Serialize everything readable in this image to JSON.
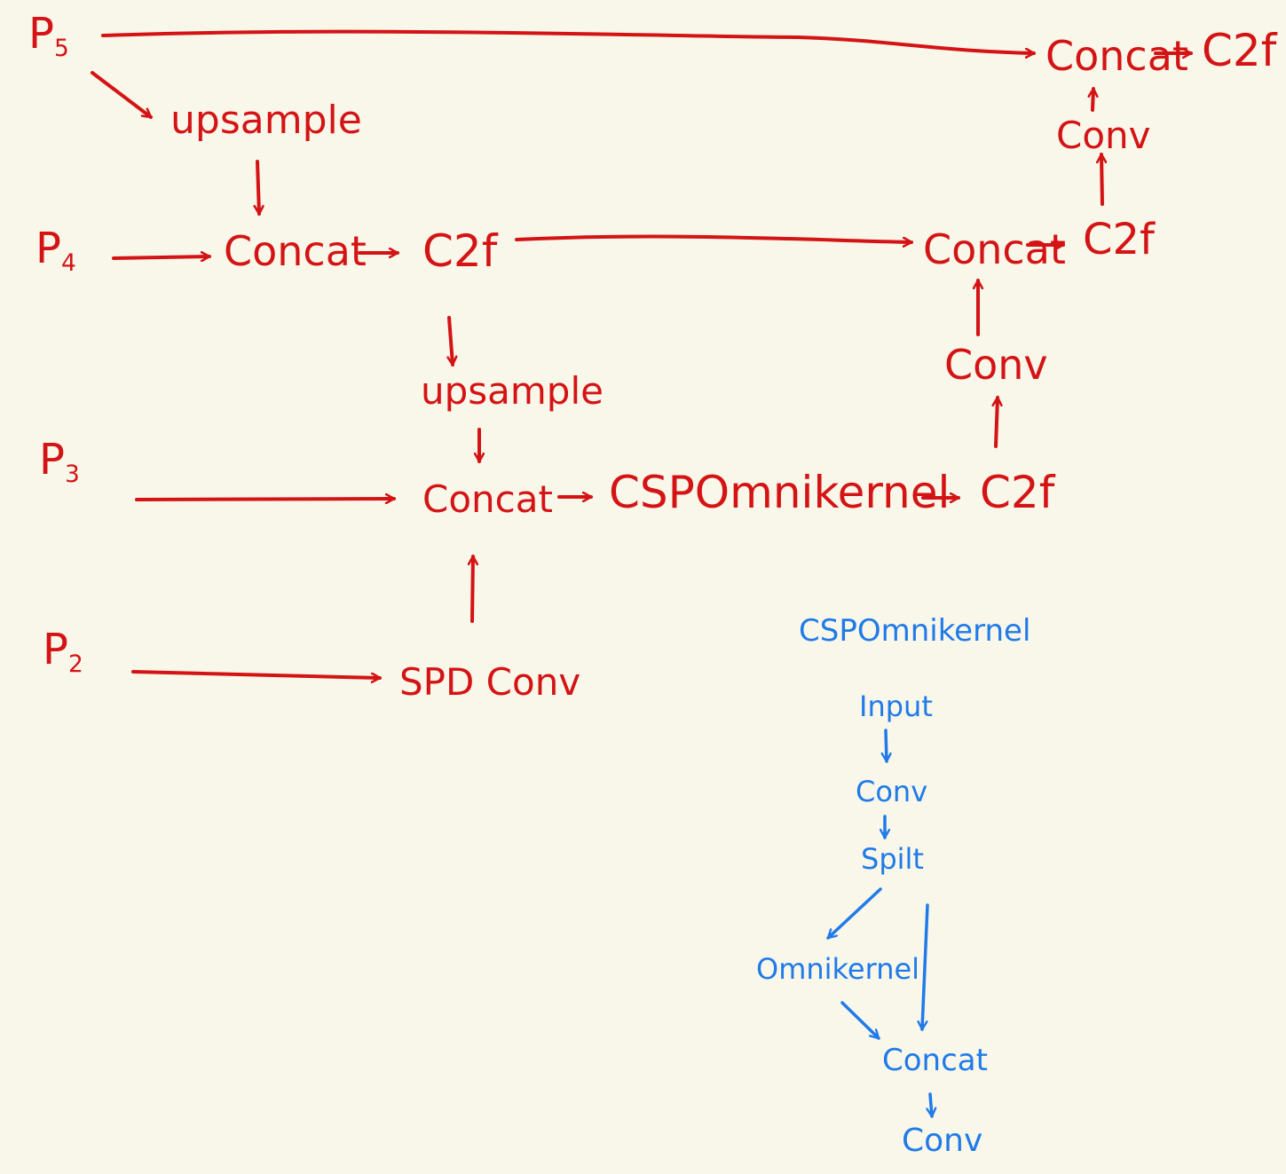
{
  "colors": {
    "background": "#f9f6ea",
    "neck": "#d41414",
    "module": "#1f7be8"
  },
  "inputs": {
    "p5": "P5",
    "p4": "P4",
    "p3": "P3",
    "p2": "P2"
  },
  "neck": {
    "upsample_top": "upsample",
    "concat_p4": "Concat",
    "c2f_p4": "C2f",
    "upsample_mid": "upsample",
    "concat_p3": "Concat",
    "csp_omnikernel": "CSPOmnikernel",
    "c2f_p3_out": "C2f",
    "spd_conv": "SPD Conv",
    "conv_p3_to_p4": "Conv",
    "concat_p4_out": "Concat",
    "c2f_p4_out": "C2f",
    "conv_p4_to_p5": "Conv",
    "concat_p5_out": "Concat",
    "c2f_p5_out": "C2f"
  },
  "csp_module": {
    "title": "CSPOmnikernel",
    "input": "Input",
    "conv_in": "Conv",
    "split": "Spilt",
    "omnikernel": "Omnikernel",
    "concat": "Concat",
    "conv_out": "Conv"
  }
}
